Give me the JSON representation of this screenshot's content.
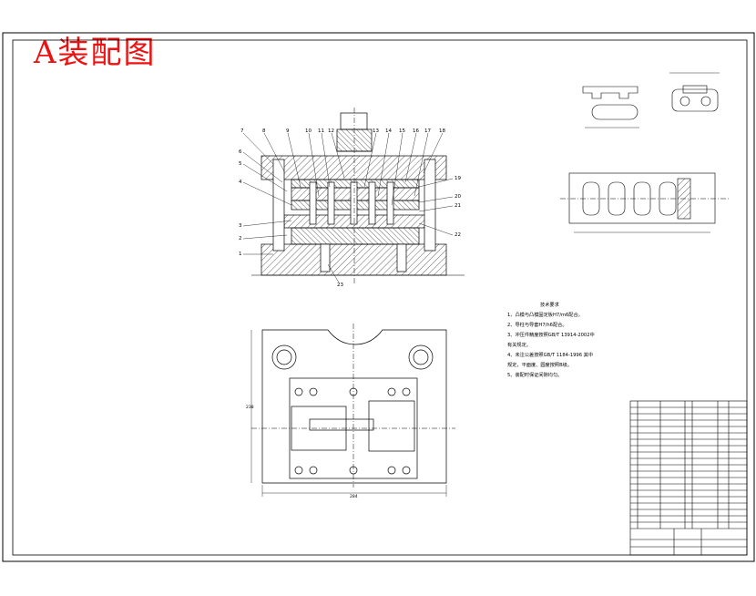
{
  "sheet": {
    "title": "A装配图",
    "border_color": "#000000",
    "title_color": "#e11111"
  },
  "part_labels": [
    "7",
    "8",
    "9",
    "10",
    "11",
    "12",
    "13",
    "14",
    "15",
    "16",
    "17",
    "18",
    "6",
    "5",
    "4",
    "3",
    "2",
    "1",
    "19",
    "20",
    "21",
    "22",
    "23"
  ],
  "tech_notes": {
    "heading": "技术要求",
    "items": [
      "1、凸模与凸模固定板H7/m6配合。",
      "2、导柱与导套H7/h6配合。",
      "3、冲压件精度按照GB/T 13914-2002中",
      "    有关规定。",
      "4、未注公差按照GB/T 1184-1996 其中",
      "    规定，平面度、圆度按照B级。",
      "5、装配时保证间隙均匀。"
    ]
  },
  "dimensions": {
    "plan_width": "284",
    "plan_height": "238"
  }
}
